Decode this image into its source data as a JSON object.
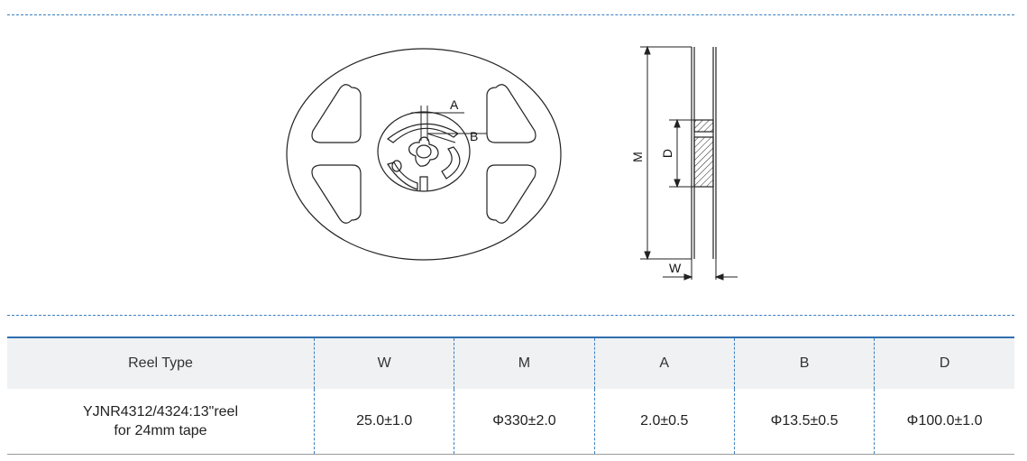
{
  "diagram": {
    "labels": {
      "a": "A",
      "b": "B",
      "m": "M",
      "d": "D",
      "w": "W"
    }
  },
  "table": {
    "headers": [
      "Reel Type",
      "W",
      "M",
      "A",
      "B",
      "D"
    ],
    "rows": [
      {
        "type_line1": "YJNR4312/4324:13\"reel",
        "type_line2": "for 24mm tape",
        "w": "25.0±1.0",
        "m": "Φ330±2.0",
        "a": "2.0±0.5",
        "b": "Φ13.5±0.5",
        "d": "Φ100.0±1.0"
      }
    ]
  }
}
